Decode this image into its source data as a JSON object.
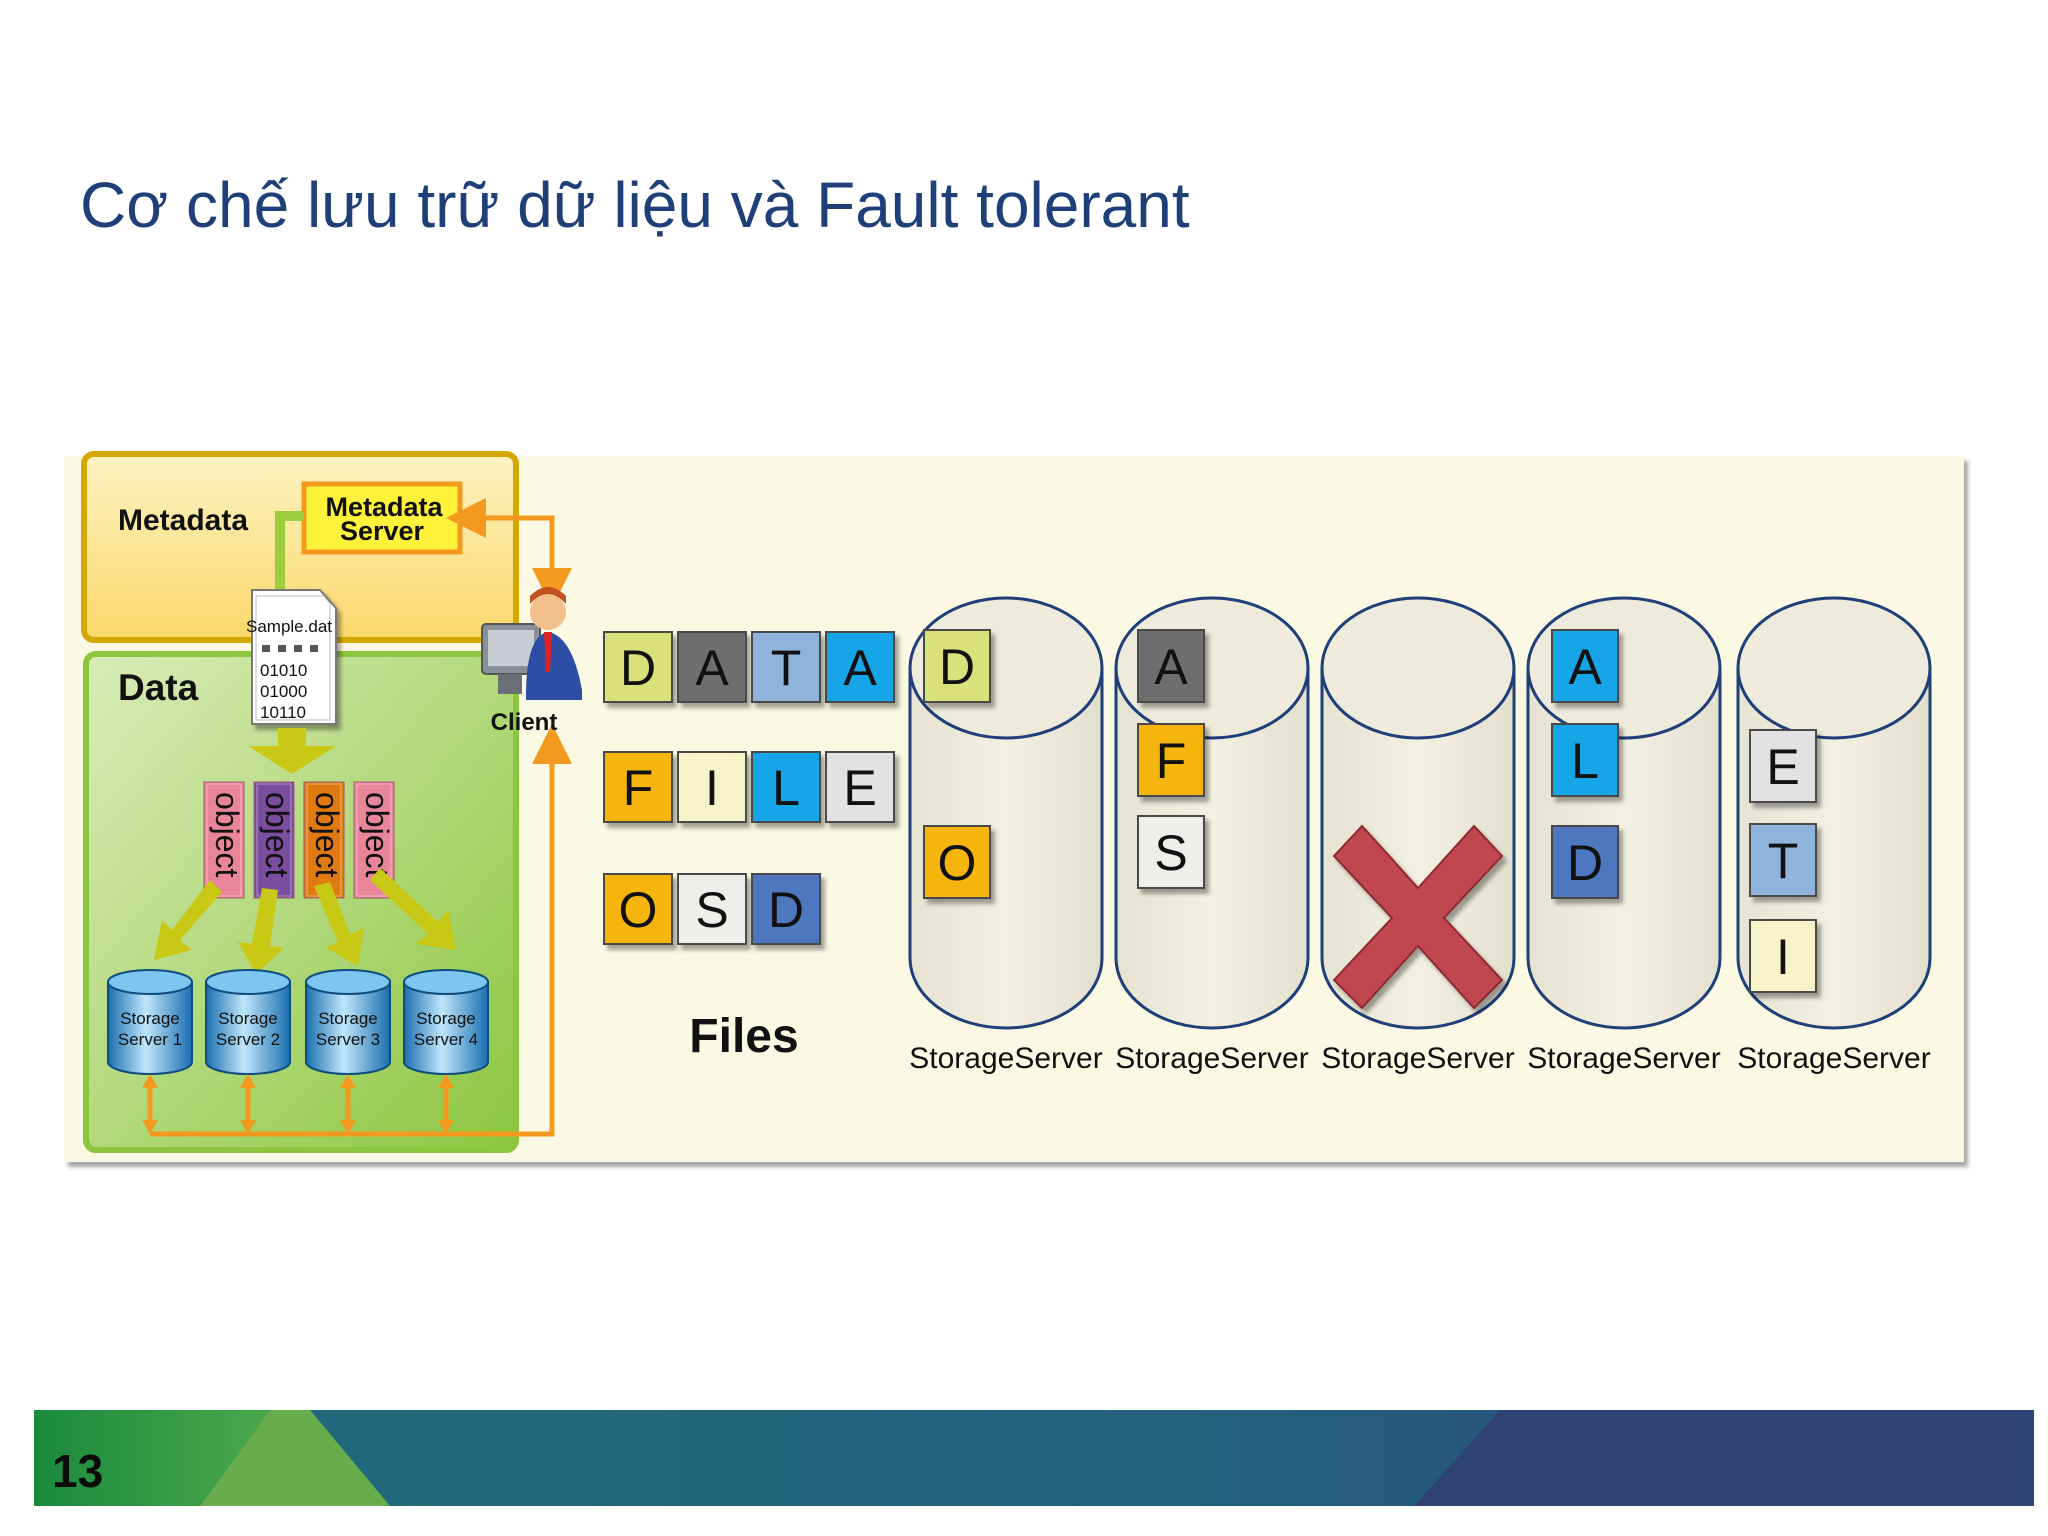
{
  "slide": {
    "title": "Cơ chế lưu trữ dữ liệu và Fault tolerant",
    "page_number": "13"
  },
  "left_panel": {
    "metadata_label": "Metadata",
    "metadata_server_line1": "Metadata",
    "metadata_server_line2": "Server",
    "data_label": "Data",
    "file_name": "Sample.dat",
    "binary_lines": [
      "01010",
      "01000",
      "10110"
    ],
    "client_label": "Client",
    "object_label": "object",
    "objects": [
      {
        "label": "object",
        "color": "#e8859a"
      },
      {
        "label": "object",
        "color": "#7b4d9e"
      },
      {
        "label": "object",
        "color": "#e07a10"
      },
      {
        "label": "object",
        "color": "#e8859a"
      }
    ],
    "storage_servers": [
      {
        "line1": "Storage",
        "line2": "Server 1"
      },
      {
        "line1": "Storage",
        "line2": "Server 2"
      },
      {
        "line1": "Storage",
        "line2": "Server 3"
      },
      {
        "line1": "Storage",
        "line2": "Server 4"
      }
    ]
  },
  "files": {
    "label": "Files",
    "rows": [
      [
        {
          "letter": "D",
          "color": "#d8e17a"
        },
        {
          "letter": "A",
          "color": "#6e6e6e"
        },
        {
          "letter": "T",
          "color": "#8fb4dc"
        },
        {
          "letter": "A",
          "color": "#12a5e6"
        }
      ],
      [
        {
          "letter": "F",
          "color": "#f5b50c"
        },
        {
          "letter": "I",
          "color": "#f7f3c8"
        },
        {
          "letter": "L",
          "color": "#12a5e6"
        },
        {
          "letter": "E",
          "color": "#e2e2e2"
        }
      ],
      [
        {
          "letter": "O",
          "color": "#f5b50c"
        },
        {
          "letter": "S",
          "color": "#eeeeea"
        },
        {
          "letter": "D",
          "color": "#4d78c0"
        }
      ]
    ]
  },
  "storage_cylinders": [
    {
      "label": "StorageServer",
      "failed": false,
      "blocks": [
        {
          "letter": "D",
          "color": "#d8e17a"
        },
        {
          "letter": "O",
          "color": "#f5b50c"
        }
      ]
    },
    {
      "label": "StorageServer",
      "failed": false,
      "blocks": [
        {
          "letter": "A",
          "color": "#6e6e6e"
        },
        {
          "letter": "F",
          "color": "#f5b50c"
        },
        {
          "letter": "S",
          "color": "#eeeeea"
        }
      ]
    },
    {
      "label": "StorageServer",
      "failed": true,
      "blocks": []
    },
    {
      "label": "StorageServer",
      "failed": false,
      "blocks": [
        {
          "letter": "A",
          "color": "#12a5e6"
        },
        {
          "letter": "L",
          "color": "#12a5e6"
        },
        {
          "letter": "D",
          "color": "#4d78c0"
        }
      ]
    },
    {
      "label": "StorageServer",
      "failed": false,
      "blocks": [
        {
          "letter": "E",
          "color": "#e2e2e2"
        },
        {
          "letter": "T",
          "color": "#8fb4dc"
        },
        {
          "letter": "I",
          "color": "#f7f3c8"
        }
      ]
    }
  ],
  "colors": {
    "title": "#1f3f79",
    "panel_bg": "#fbf9e3",
    "arrow_orange": "#f39a1e",
    "failure_x": "#c0474e"
  }
}
